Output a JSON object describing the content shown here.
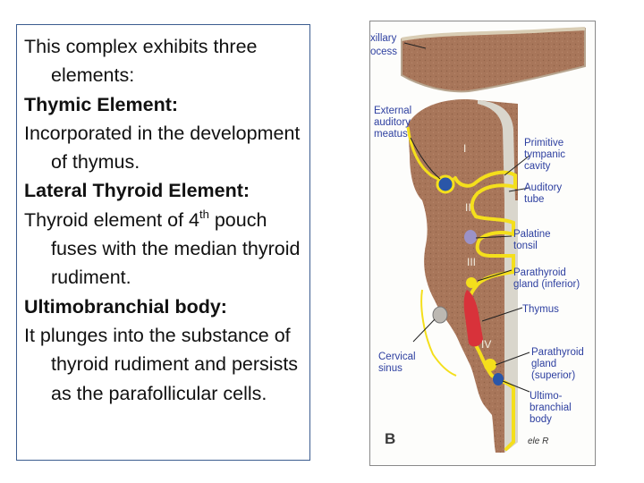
{
  "text": {
    "intro": "This complex exhibits three elements:",
    "thymic_heading": "Thymic Element:",
    "thymic_body": "Incorporated in the development of thymus.",
    "lateral_heading": "Lateral Thyroid Element:",
    "lateral_body_pre": "Thyroid element of 4",
    "lateral_body_sup": "th",
    "lateral_body_post": " pouch fuses with the median thyroid rudiment.",
    "ultimo_heading": "Ultimobranchial body:",
    "ultimo_body": "It plunges into the substance of thyroid rudiment and persists as the parafollicular cells."
  },
  "figure": {
    "labels": {
      "maxillary_1": "xillary",
      "maxillary_2": "ocess",
      "ext_1": "External",
      "ext_2": "auditory",
      "ext_3": "meatus",
      "ptc_1": "Primitive",
      "ptc_2": "tympanic",
      "ptc_3": "cavity",
      "at_1": "Auditory",
      "at_2": "tube",
      "pal_1": "Palatine",
      "pal_2": "tonsil",
      "pti_1": "Parathyroid",
      "pti_2": "gland (inferior)",
      "thymus": "Thymus",
      "cs_1": "Cervical",
      "cs_2": "sinus",
      "pts_1": "Parathyroid",
      "pts_2": "gland",
      "pts_3": "(superior)",
      "ub_1": "Ultimo-",
      "ub_2": "branchial",
      "ub_3": "body",
      "roman_1": "I",
      "roman_2": "II",
      "roman_3": "III",
      "roman_4": "IV",
      "panel": "B",
      "signature": "ele R"
    },
    "colors": {
      "tissue": "#a8765a",
      "tissue_dark": "#8c5d44",
      "endoderm": "#f4df1c",
      "pouch_grey": "#d9d6cc",
      "thymus": "#d8323a",
      "tonsil": "#9b92c8",
      "ultimobranchial": "#2a56a8",
      "label_text": "#2d3fa0"
    }
  }
}
